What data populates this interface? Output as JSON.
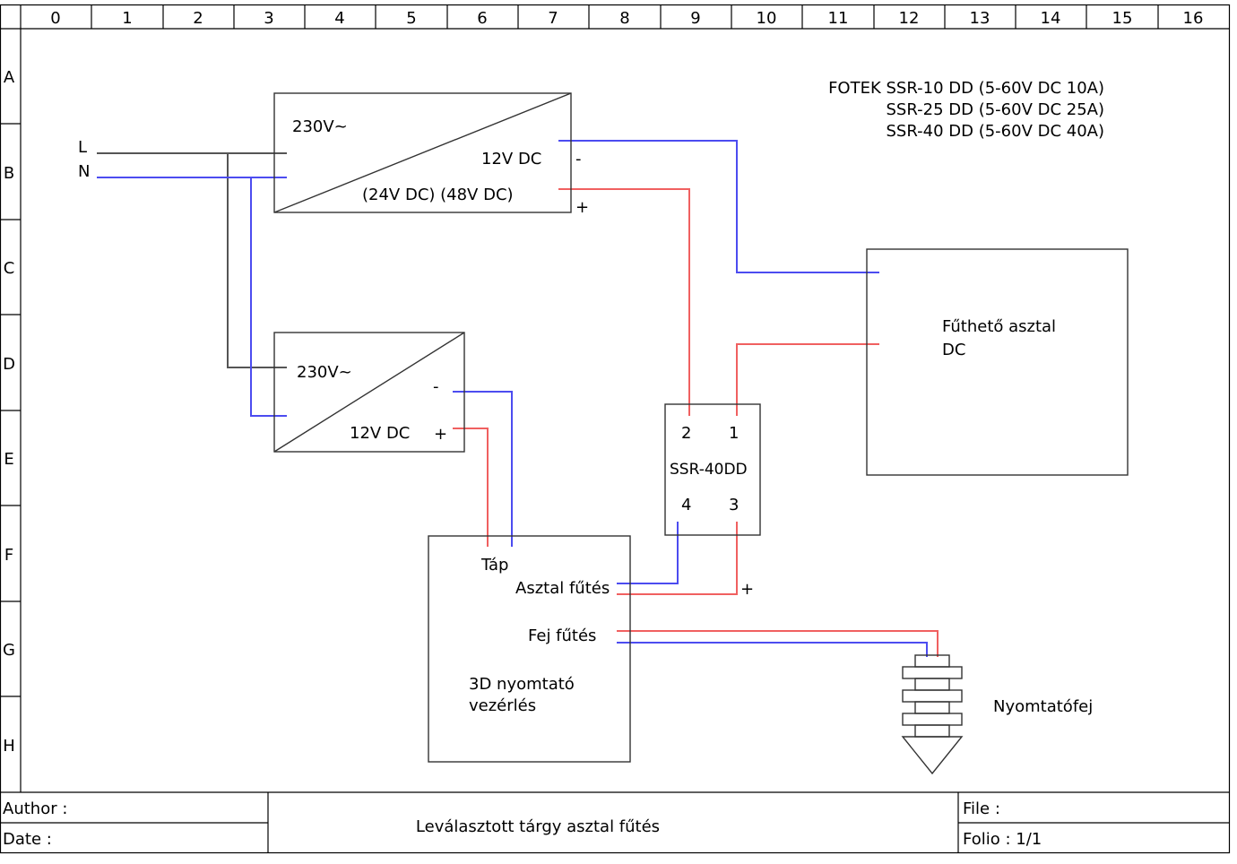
{
  "grid": {
    "columns": [
      "0",
      "1",
      "2",
      "3",
      "4",
      "5",
      "6",
      "7",
      "8",
      "9",
      "10",
      "11",
      "12",
      "13",
      "14",
      "15",
      "16"
    ],
    "rows": [
      "A",
      "B",
      "C",
      "D",
      "E",
      "F",
      "G",
      "H"
    ]
  },
  "inputs": {
    "line": "L",
    "neutral": "N"
  },
  "psu_top": {
    "input": "230V~",
    "output": "12V DC",
    "alt_output": "(24V DC)  (48V DC)",
    "minus": "-",
    "plus": "+"
  },
  "psu_bottom": {
    "input": "230V~",
    "output": "12V DC",
    "minus": "-",
    "plus": "+"
  },
  "ssr_note": {
    "line1": "FOTEK SSR-10 DD (5-60V DC 10A)",
    "line2": "SSR-25 DD (5-60V DC 25A)",
    "line3": "SSR-40 DD (5-60V DC 40A)"
  },
  "heated_bed": {
    "line1": "Fűthető asztal",
    "line2": "DC"
  },
  "ssr": {
    "name": "SSR-40DD",
    "pin1": "1",
    "pin2": "2",
    "pin3": "3",
    "pin4": "4"
  },
  "controller": {
    "power": "Táp",
    "bed_heat": "Asztal fűtés",
    "head_heat": "Fej fűtés",
    "title1": "3D nyomtató",
    "title2": "vezérlés",
    "plus": "+"
  },
  "printhead": {
    "label": "Nyomtatófej"
  },
  "titleblock": {
    "author": "Author :",
    "date": "Date :",
    "title": "Leválasztott tárgy asztal fűtés",
    "file": "File :",
    "folio": "Folio : 1/1"
  },
  "colors": {
    "positive": "#f06060",
    "negative": "#4c4cf0",
    "ac": "#555555"
  }
}
